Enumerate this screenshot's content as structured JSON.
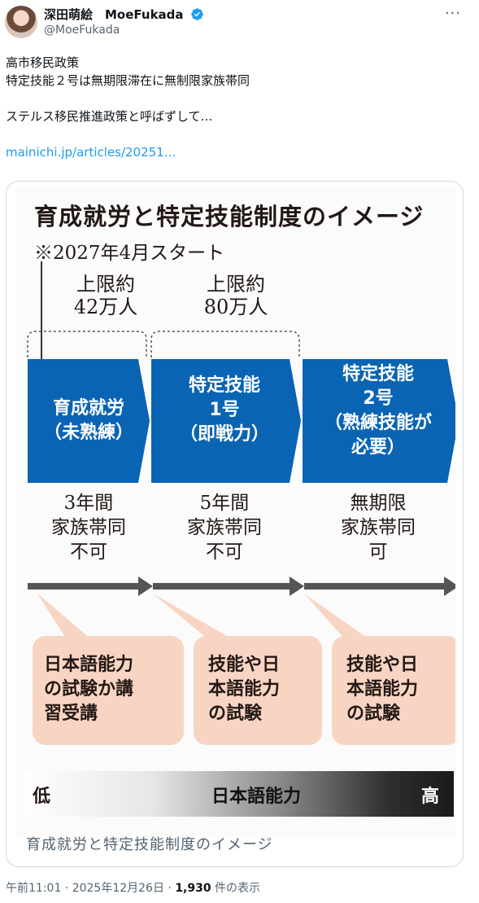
{
  "author": {
    "display_name": "深田萌絵　MoeFukada",
    "handle": "@MoeFukada"
  },
  "tweet": {
    "lines": [
      "高市移民政策",
      "特定技能２号は無期限滞在に無制限家族帯同",
      "ステルス移民推進政策と呼ばずして…"
    ],
    "link_text": "mainichi.jp/articles/20251…"
  },
  "figure": {
    "title": "育成就労と特定技能制度のイメージ",
    "start_note": "※2027年4月スタート",
    "caps": [
      {
        "line1": "上限約",
        "line2": "42万人"
      },
      {
        "line1": "上限約",
        "line2": "80万人"
      }
    ],
    "stages": [
      {
        "lines": [
          "育成就労",
          "（未熟練）"
        ],
        "color": "#0a64b4"
      },
      {
        "lines": [
          "特定技能",
          "1号",
          "（即戦力）"
        ],
        "color": "#0a64b4"
      },
      {
        "lines": [
          "特定技能",
          "2号",
          "（熟練技能が",
          "必要）"
        ],
        "color": "#0a64b4"
      }
    ],
    "durations": [
      [
        "3年間",
        "家族帯同",
        "不可"
      ],
      [
        "5年間",
        "家族帯同",
        "不可"
      ],
      [
        "無期限",
        "家族帯同",
        "可"
      ]
    ],
    "requirements": [
      [
        "日本語能力",
        "の試験か講",
        "習受講"
      ],
      [
        "技能や日",
        "本語能力",
        "の試験"
      ],
      [
        "技能や日",
        "本語能力",
        "の試験"
      ]
    ],
    "scale": {
      "low": "低",
      "label": "日本語能力",
      "high": "高"
    },
    "bubble_color": "#f8d5c2",
    "caption": "育成就労と特定技能制度のイメージ"
  },
  "meta": {
    "time": "午前11:01 · 2025年12月26日 · ",
    "views_count": "1,930",
    "views_label": " 件の表示"
  }
}
